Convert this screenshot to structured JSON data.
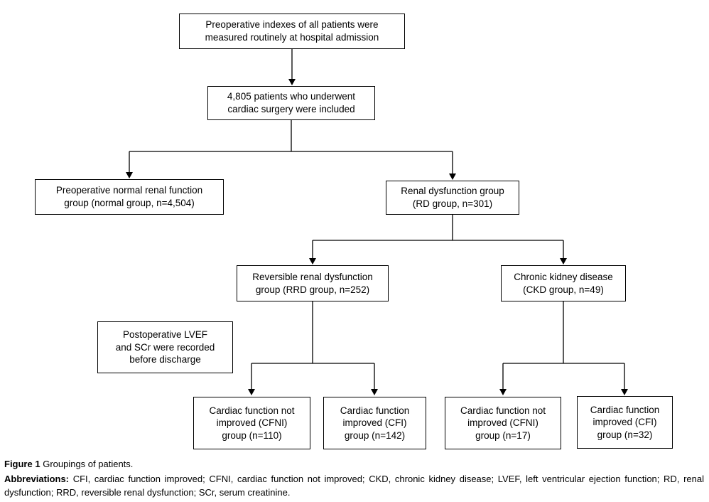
{
  "figure": {
    "nodes": {
      "preop_indexes": "Preoperative indexes of all patients were\nmeasured routinely at hospital admission",
      "included": "4,805 patients who underwent\ncardiac surgery were included",
      "normal_group": "Preoperative normal renal function\ngroup (normal group, n=4,504)",
      "rd_group": "Renal dysfunction group\n(RD group, n=301)",
      "rrd_group": "Reversible renal dysfunction\ngroup (RRD group, n=252)",
      "ckd_group": "Chronic kidney disease\n(CKD group, n=49)",
      "postop_note": "Postoperative LVEF\nand SCr were recorded\nbefore discharge",
      "cfni_rrd": "Cardiac function not\nimproved (CFNI)\ngroup (n=110)",
      "cfi_rrd": "Cardiac function\nimproved (CFI)\ngroup (n=142)",
      "cfni_ckd": "Cardiac function not\nimproved (CFNI)\ngroup (n=17)",
      "cfi_ckd": "Cardiac function\nimproved (CFI)\ngroup (n=32)"
    },
    "counts": {
      "total_included": "4,805",
      "normal": "4,504",
      "rd": "301",
      "rrd": "252",
      "ckd": "49",
      "cfni_rrd": "110",
      "cfi_rrd": "142",
      "cfni_ckd": "17",
      "cfi_ckd": "32"
    },
    "caption": {
      "label": "Figure 1",
      "title": "Groupings of patients.",
      "abbr_label": "Abbreviations:",
      "abbr_text": "CFI, cardiac function improved; CFNI, cardiac function not improved; CKD, chronic kidney disease; LVEF, left ventricular ejection function; RD, renal dysfunction; RRD, reversible renal dysfunction; SCr, serum creatinine."
    },
    "colors": {
      "line": "#000000",
      "text": "#000000",
      "background": "#ffffff"
    }
  }
}
